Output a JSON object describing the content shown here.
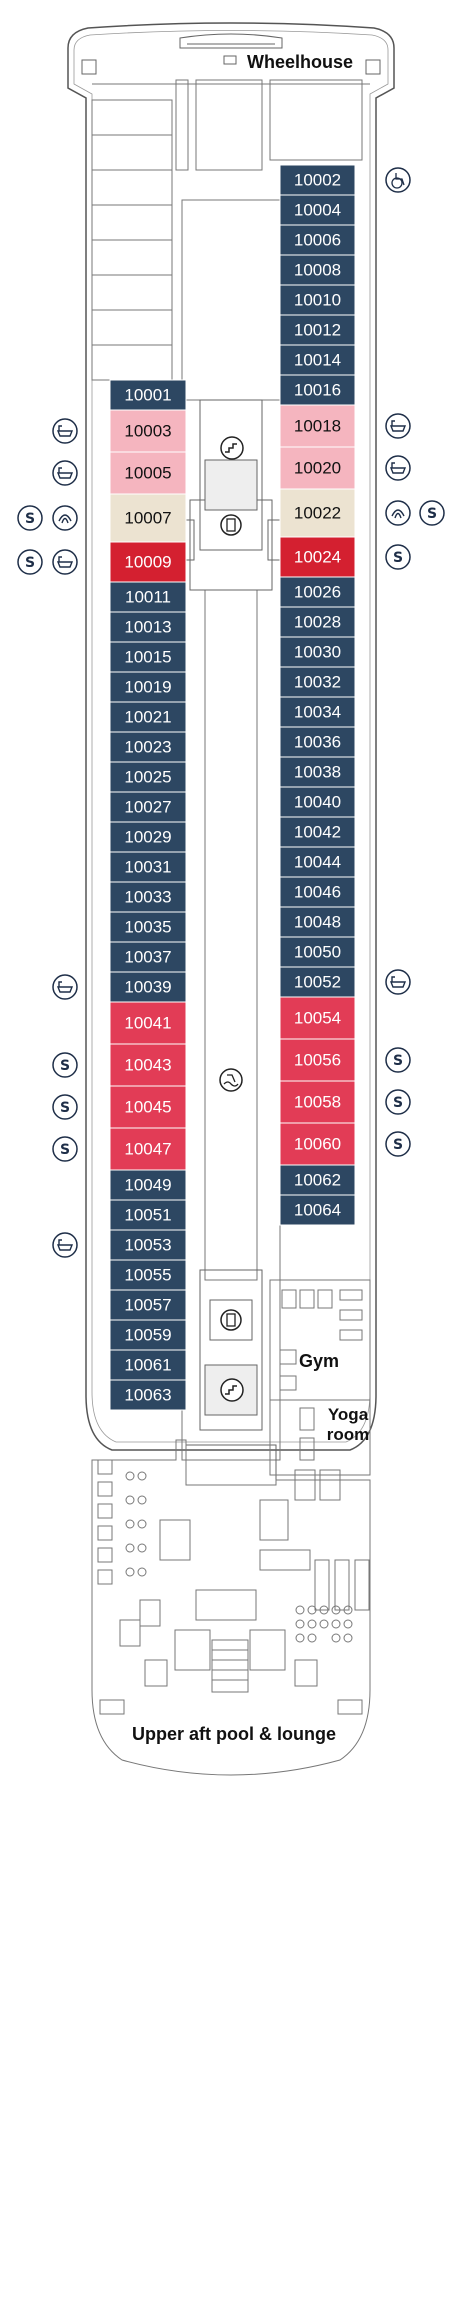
{
  "labels": {
    "wheelhouse": "Wheelhouse",
    "gym": "Gym",
    "yoga_line1": "Yoga",
    "yoga_line2": "room",
    "aft_pool": "Upper aft pool & lounge"
  },
  "colors": {
    "navy": "#2d4762",
    "pink": "#f5b5bf",
    "beige": "#ece3d1",
    "red": "#d42030",
    "coral": "#e23c56",
    "line": "#555555",
    "icon": "#1e2e48"
  },
  "cabins": {
    "left": [
      {
        "num": "10001",
        "cat": "navy"
      },
      {
        "num": "10003",
        "cat": "pink"
      },
      {
        "num": "10005",
        "cat": "pink"
      },
      {
        "num": "10007",
        "cat": "beige"
      },
      {
        "num": "10009",
        "cat": "red"
      },
      {
        "num": "10011",
        "cat": "navy"
      },
      {
        "num": "10013",
        "cat": "navy"
      },
      {
        "num": "10015",
        "cat": "navy"
      },
      {
        "num": "10019",
        "cat": "navy"
      },
      {
        "num": "10021",
        "cat": "navy"
      },
      {
        "num": "10023",
        "cat": "navy"
      },
      {
        "num": "10025",
        "cat": "navy"
      },
      {
        "num": "10027",
        "cat": "navy"
      },
      {
        "num": "10029",
        "cat": "navy"
      },
      {
        "num": "10031",
        "cat": "navy"
      },
      {
        "num": "10033",
        "cat": "navy"
      },
      {
        "num": "10035",
        "cat": "navy"
      },
      {
        "num": "10037",
        "cat": "navy"
      },
      {
        "num": "10039",
        "cat": "navy"
      },
      {
        "num": "10041",
        "cat": "coral"
      },
      {
        "num": "10043",
        "cat": "coral"
      },
      {
        "num": "10045",
        "cat": "coral"
      },
      {
        "num": "10047",
        "cat": "coral"
      },
      {
        "num": "10049",
        "cat": "navy"
      },
      {
        "num": "10051",
        "cat": "navy"
      },
      {
        "num": "10053",
        "cat": "navy"
      },
      {
        "num": "10055",
        "cat": "navy"
      },
      {
        "num": "10057",
        "cat": "navy"
      },
      {
        "num": "10059",
        "cat": "navy"
      },
      {
        "num": "10061",
        "cat": "navy"
      },
      {
        "num": "10063",
        "cat": "navy"
      }
    ],
    "right": [
      {
        "num": "10002",
        "cat": "navy"
      },
      {
        "num": "10004",
        "cat": "navy"
      },
      {
        "num": "10006",
        "cat": "navy"
      },
      {
        "num": "10008",
        "cat": "navy"
      },
      {
        "num": "10010",
        "cat": "navy"
      },
      {
        "num": "10012",
        "cat": "navy"
      },
      {
        "num": "10014",
        "cat": "navy"
      },
      {
        "num": "10016",
        "cat": "navy"
      },
      {
        "num": "10018",
        "cat": "pink"
      },
      {
        "num": "10020",
        "cat": "pink"
      },
      {
        "num": "10022",
        "cat": "beige"
      },
      {
        "num": "10024",
        "cat": "red"
      },
      {
        "num": "10026",
        "cat": "navy"
      },
      {
        "num": "10028",
        "cat": "navy"
      },
      {
        "num": "10030",
        "cat": "navy"
      },
      {
        "num": "10032",
        "cat": "navy"
      },
      {
        "num": "10034",
        "cat": "navy"
      },
      {
        "num": "10036",
        "cat": "navy"
      },
      {
        "num": "10038",
        "cat": "navy"
      },
      {
        "num": "10040",
        "cat": "navy"
      },
      {
        "num": "10042",
        "cat": "navy"
      },
      {
        "num": "10044",
        "cat": "navy"
      },
      {
        "num": "10046",
        "cat": "navy"
      },
      {
        "num": "10048",
        "cat": "navy"
      },
      {
        "num": "10050",
        "cat": "navy"
      },
      {
        "num": "10052",
        "cat": "navy"
      },
      {
        "num": "10054",
        "cat": "coral"
      },
      {
        "num": "10056",
        "cat": "coral"
      },
      {
        "num": "10058",
        "cat": "coral"
      },
      {
        "num": "10060",
        "cat": "coral"
      },
      {
        "num": "10062",
        "cat": "navy"
      },
      {
        "num": "10064",
        "cat": "navy"
      }
    ]
  },
  "icons": {
    "suite_letter": "S",
    "left": [
      {
        "cabin": "10003",
        "types": [
          "bathtub-icon"
        ]
      },
      {
        "cabin": "10005",
        "types": [
          "bathtub-icon"
        ]
      },
      {
        "cabin": "10007",
        "types": [
          "suite-icon",
          "spa-icon"
        ]
      },
      {
        "cabin": "10009",
        "types": [
          "suite-icon",
          "bathtub-icon"
        ]
      },
      {
        "cabin": "10039",
        "types": [
          "bathtub-icon"
        ]
      },
      {
        "cabin": "10043",
        "types": [
          "suite-icon"
        ]
      },
      {
        "cabin": "10045",
        "types": [
          "suite-icon"
        ]
      },
      {
        "cabin": "10047",
        "types": [
          "suite-icon"
        ]
      },
      {
        "cabin": "10053",
        "types": [
          "bathtub-icon"
        ]
      }
    ],
    "right": [
      {
        "cabin": "10002",
        "types": [
          "wheelchair-icon"
        ]
      },
      {
        "cabin": "10018",
        "types": [
          "bathtub-icon"
        ]
      },
      {
        "cabin": "10020",
        "types": [
          "bathtub-icon"
        ]
      },
      {
        "cabin": "10022",
        "types": [
          "spa-icon",
          "suite-icon"
        ]
      },
      {
        "cabin": "10024",
        "types": [
          "suite-icon"
        ]
      },
      {
        "cabin": "10052",
        "types": [
          "bathtub-icon"
        ]
      },
      {
        "cabin": "10056",
        "types": [
          "suite-icon"
        ]
      },
      {
        "cabin": "10058",
        "types": [
          "suite-icon"
        ]
      },
      {
        "cabin": "10060",
        "types": [
          "suite-icon"
        ]
      }
    ]
  }
}
